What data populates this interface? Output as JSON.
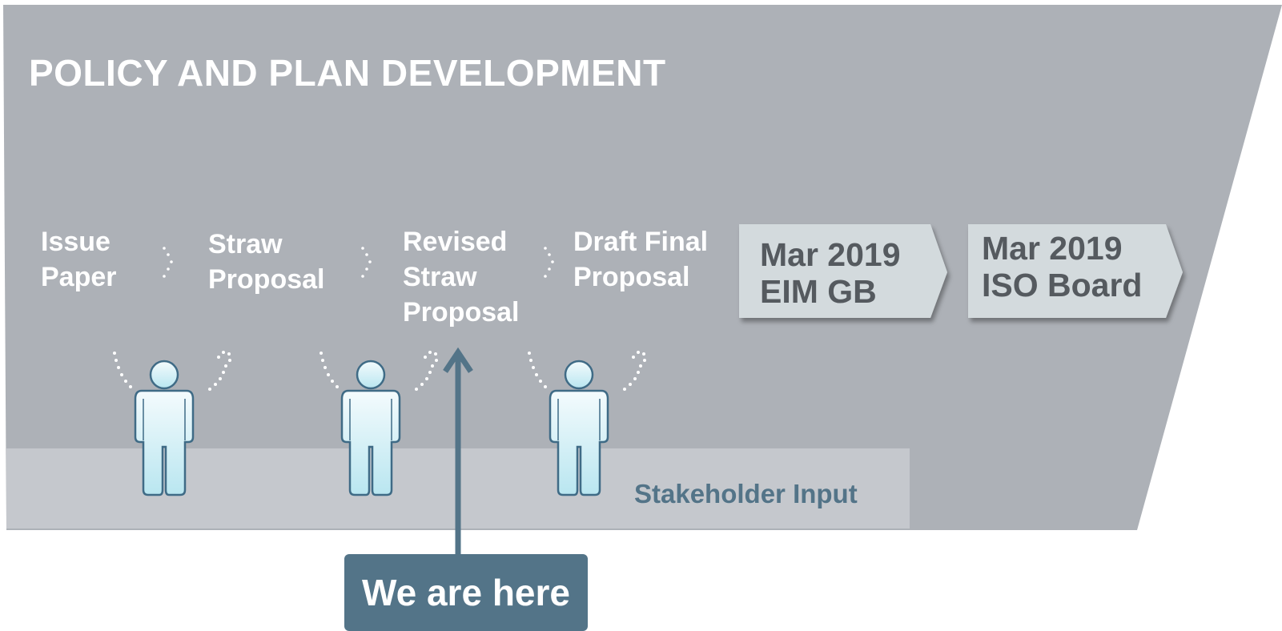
{
  "title": "POLICY AND PLAN DEVELOPMENT",
  "steps": [
    {
      "lines": [
        "Issue",
        "Paper"
      ]
    },
    {
      "lines": [
        "Straw",
        "Proposal"
      ]
    },
    {
      "lines": [
        "Revised",
        "Straw",
        "Proposal"
      ]
    },
    {
      "lines": [
        "Draft Final",
        "Proposal"
      ]
    }
  ],
  "milestones": [
    {
      "lines": [
        "Mar 2019",
        "EIM GB"
      ]
    },
    {
      "lines": [
        "Mar 2019",
        "ISO Board"
      ]
    }
  ],
  "stakeholder_label": "Stakeholder Input",
  "marker_label": "We are here",
  "colors": {
    "panel": "#adb1b7",
    "stakeholder_band": "#c5c8cd",
    "milestone_fill": "#d3dadd",
    "accent": "#537488",
    "figure_fill": "#ccecf3",
    "figure_outline": "#3f6b86"
  },
  "icons": [
    "person-icon",
    "person-icon",
    "person-icon"
  ]
}
